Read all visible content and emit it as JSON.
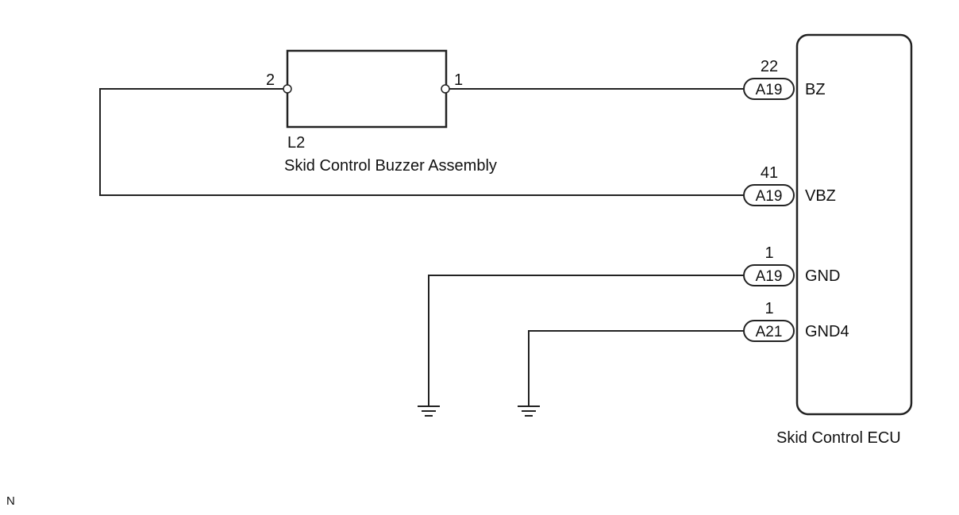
{
  "buzzer": {
    "connector_code": "L2",
    "name": "Skid Control Buzzer Assembly",
    "pin_left": "2",
    "pin_right": "1"
  },
  "ecu": {
    "name": "Skid Control ECU",
    "terminals": [
      {
        "pin": "22",
        "connector": "A19",
        "signal": "BZ"
      },
      {
        "pin": "41",
        "connector": "A19",
        "signal": "VBZ"
      },
      {
        "pin": "1",
        "connector": "A19",
        "signal": "GND"
      },
      {
        "pin": "1",
        "connector": "A21",
        "signal": "GND4"
      }
    ]
  },
  "corner_mark": "N"
}
